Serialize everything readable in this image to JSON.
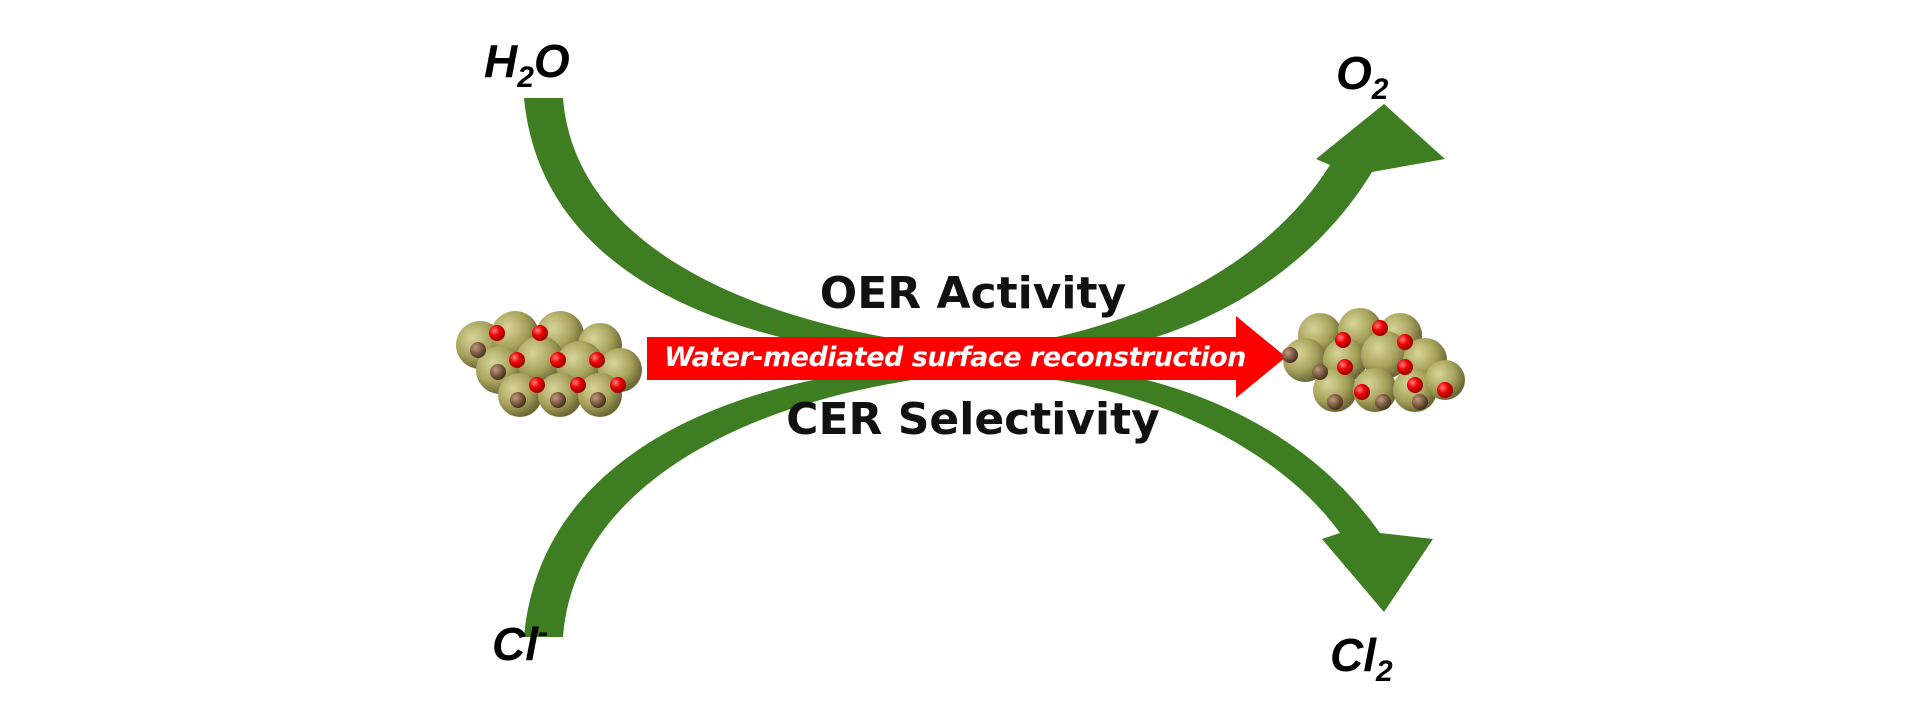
{
  "reactants": {
    "water": {
      "base": "H",
      "sub": "2",
      "tail": "O"
    },
    "chloride": {
      "base": "Cl",
      "sup": "-"
    }
  },
  "products": {
    "oxygen": {
      "base": "O",
      "sub": "2"
    },
    "chlorine": {
      "base": "Cl",
      "sub": "2"
    }
  },
  "labels": {
    "oer": "OER Activity",
    "cer": "CER Selectivity"
  },
  "process_arrow": {
    "text": "Water-mediated surface reconstruction",
    "color": "#ff0000"
  },
  "colors": {
    "green_arrow": "#3e7d22",
    "metal": "#a8a45c",
    "oxygen": "#e01010",
    "chlorine_atom": "#7a5a40"
  }
}
